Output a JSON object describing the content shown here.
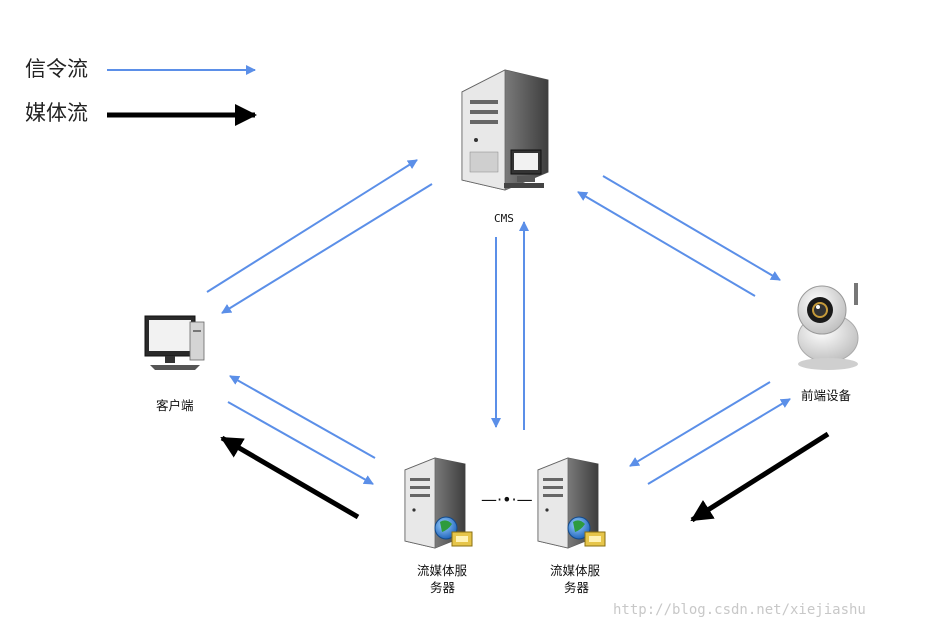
{
  "legend": {
    "signaling": "信令流",
    "media": "媒体流"
  },
  "nodes": {
    "cms": "CMS",
    "client": "客户端",
    "front_end": "前端设备",
    "media_server_1": [
      "流媒体服",
      "务器"
    ],
    "media_server_2": [
      "流媒体服",
      "务器"
    ]
  },
  "ellipsis": "—·•·—",
  "watermark": "http://blog.csdn.net/xiejiashu",
  "colors": {
    "signaling": "#5b8fe8",
    "media": "#000000"
  },
  "icons": {
    "cms": "server-with-monitor-icon",
    "client": "desktop-computer-icon",
    "front_end": "ip-camera-icon",
    "media_server": "server-globe-icon"
  }
}
